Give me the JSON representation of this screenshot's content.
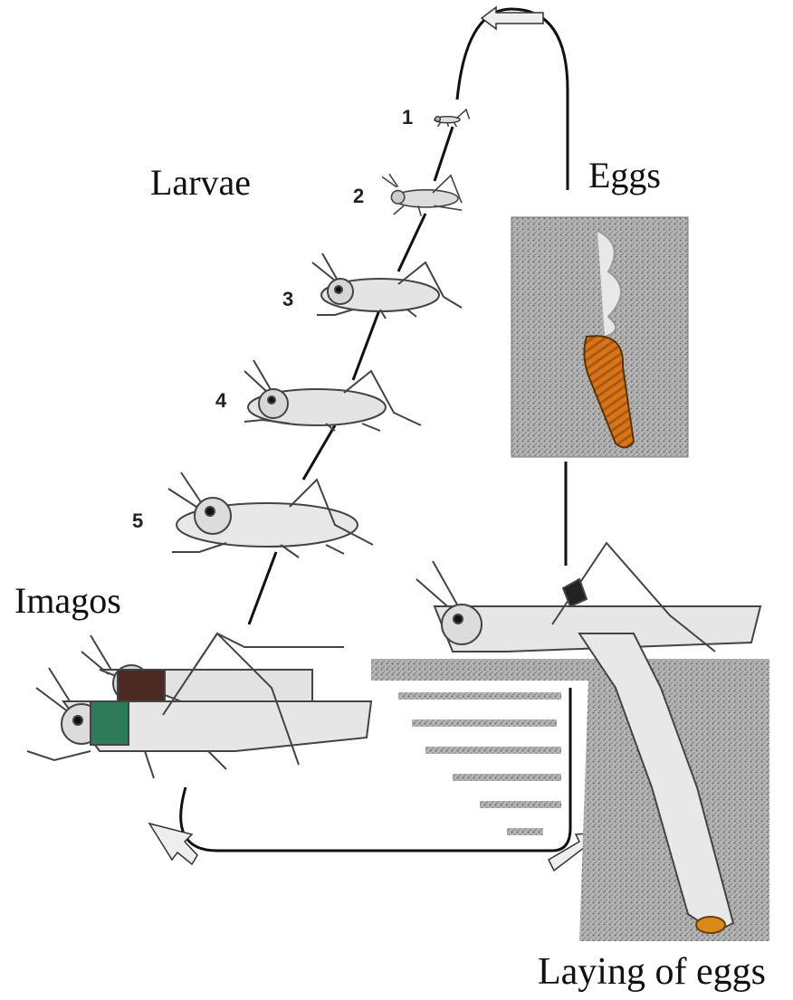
{
  "labels": {
    "larvae": "Larvae",
    "eggs": "Eggs",
    "imagos": "Imagos",
    "laying": "Laying of eggs"
  },
  "larval_stages": [
    "1",
    "2",
    "3",
    "4",
    "5"
  ],
  "icons": {
    "larva": "grasshopper-nymph-icon",
    "adult": "grasshopper-adult-icon",
    "egg_pod": "egg-pod-icon",
    "arrow": "cycle-arrow-icon"
  },
  "colors": {
    "ink": "#222222",
    "soil": "#9a9a9a",
    "egg_pod": "#c77a1c",
    "adult_head_green": "#2f7a5a",
    "adult_head_brown": "#4a2a22"
  }
}
